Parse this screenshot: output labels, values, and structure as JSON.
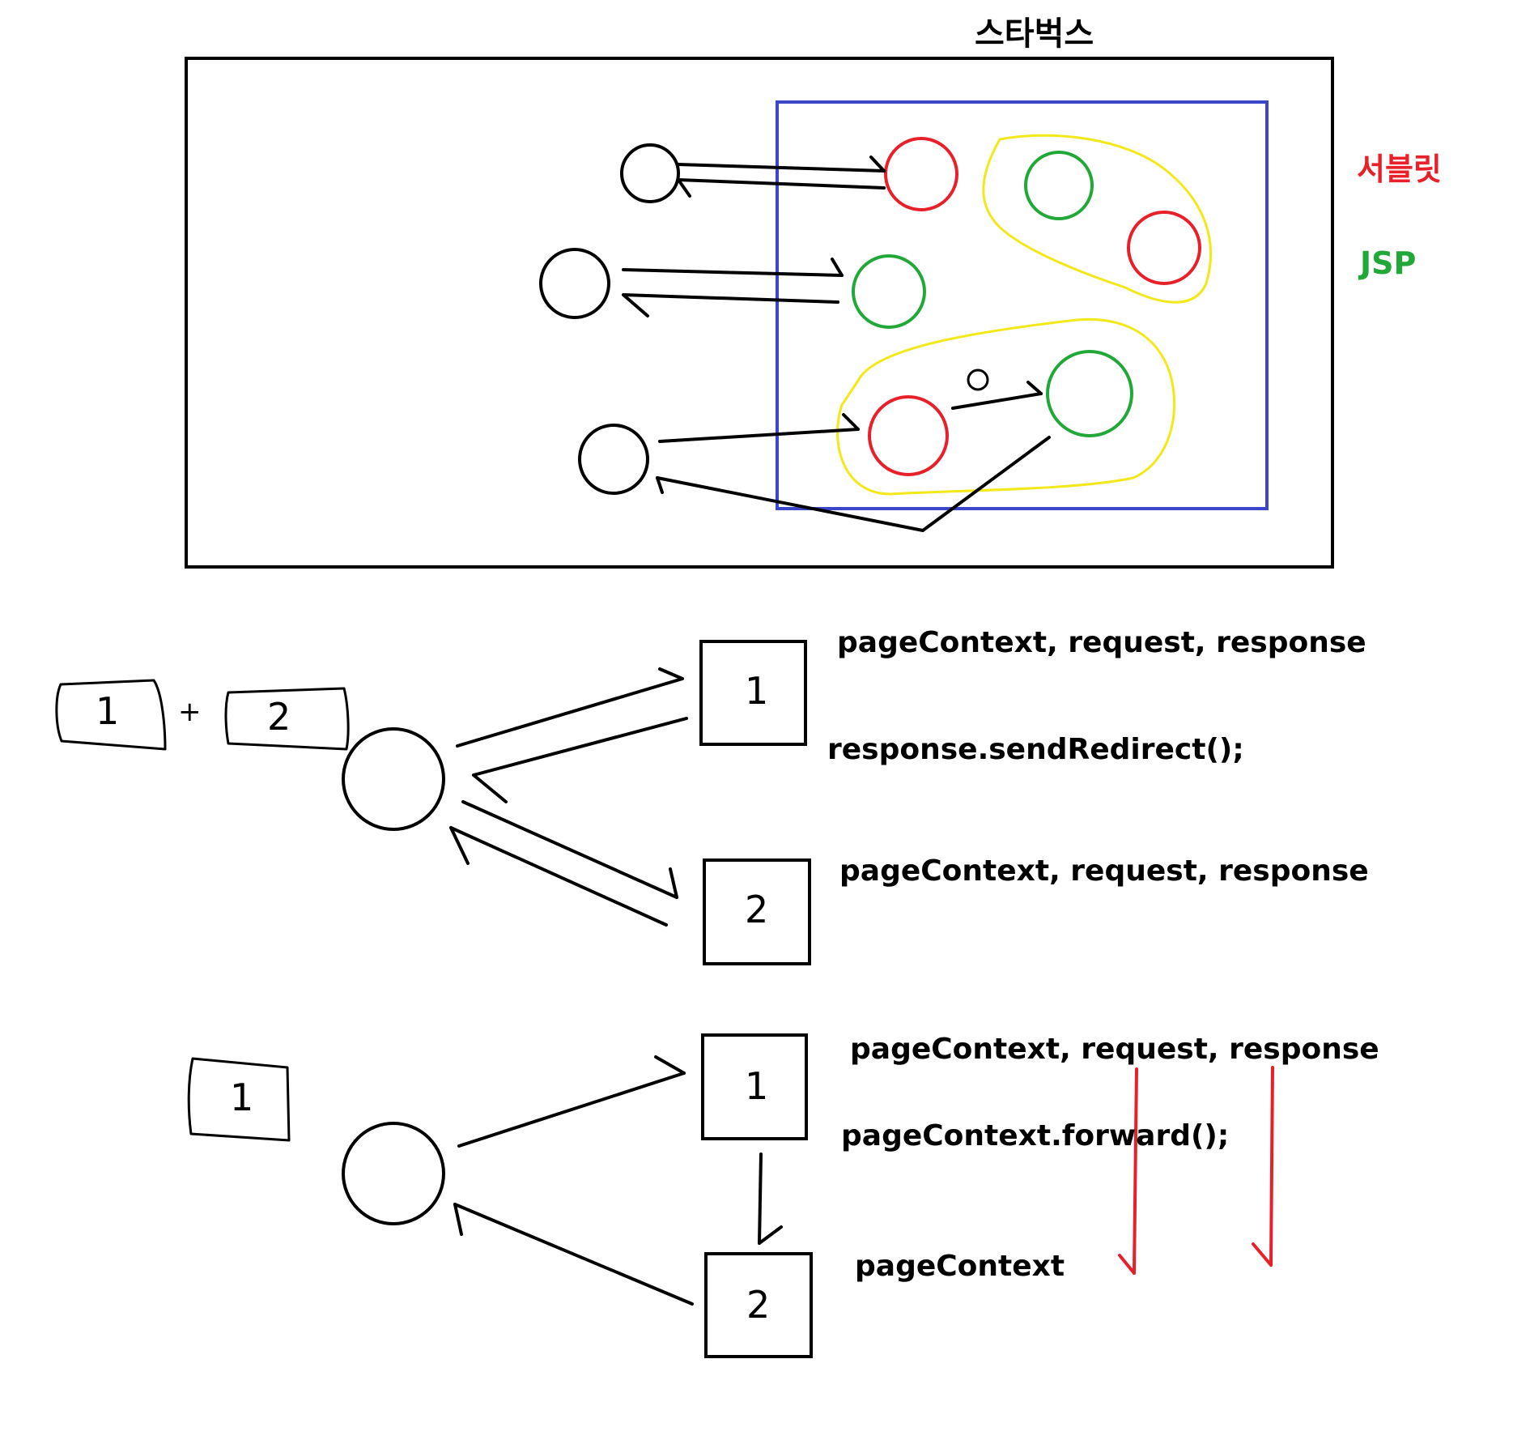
{
  "title": "스타벅스",
  "legend": {
    "servlet": {
      "label": "서블릿",
      "color": "#e8202a"
    },
    "jsp": {
      "label": "JSP",
      "color": "#22a838"
    }
  },
  "colors": {
    "server_box": "#000000",
    "container_box": "#3c46c8",
    "group_outline": "#f2e81a",
    "arrow_red": "#e8202a"
  },
  "redirect_section": {
    "page1_label": "1",
    "page2_label": "2",
    "page1_objects": "pageContext, request, response",
    "redirect_call": "response.sendRedirect();",
    "page2_objects": "pageContext, request, response",
    "request_note": {
      "first": "1",
      "plus": "+",
      "second": "2"
    }
  },
  "forward_section": {
    "page1_label": "1",
    "page2_label": "2",
    "page1_objects": "pageContext, request, response",
    "forward_call": "pageContext.forward();",
    "page2_objects": "pageContext",
    "request_note": "1"
  }
}
